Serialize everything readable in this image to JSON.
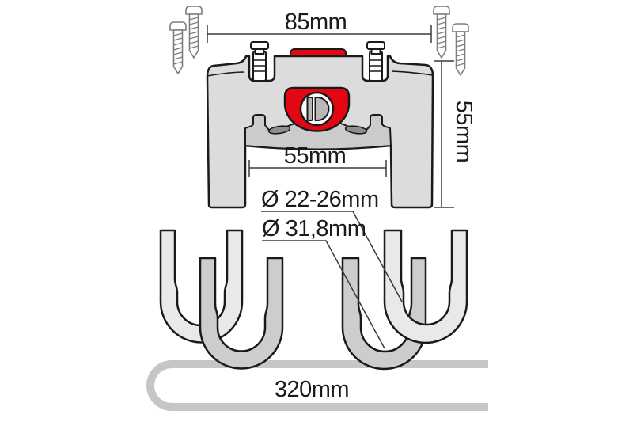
{
  "labels": {
    "width_85": "85mm",
    "height_55": "55mm",
    "inner_55": "55mm",
    "dia_22_26": "Ø 22-26mm",
    "dia_31_8": "Ø 31,8mm",
    "length_320": "320mm"
  },
  "colors": {
    "red": "#e30613",
    "body": "#dcdcdc",
    "plate": "#cbcbcb",
    "oval": "#8f8f8f",
    "keyhole": "#b8b8b8",
    "keyface": "#fdfdfd",
    "clamp_back": "#e9e9e9",
    "clamp_front": "#cdcdcd",
    "tube": "#c6c6c6"
  }
}
